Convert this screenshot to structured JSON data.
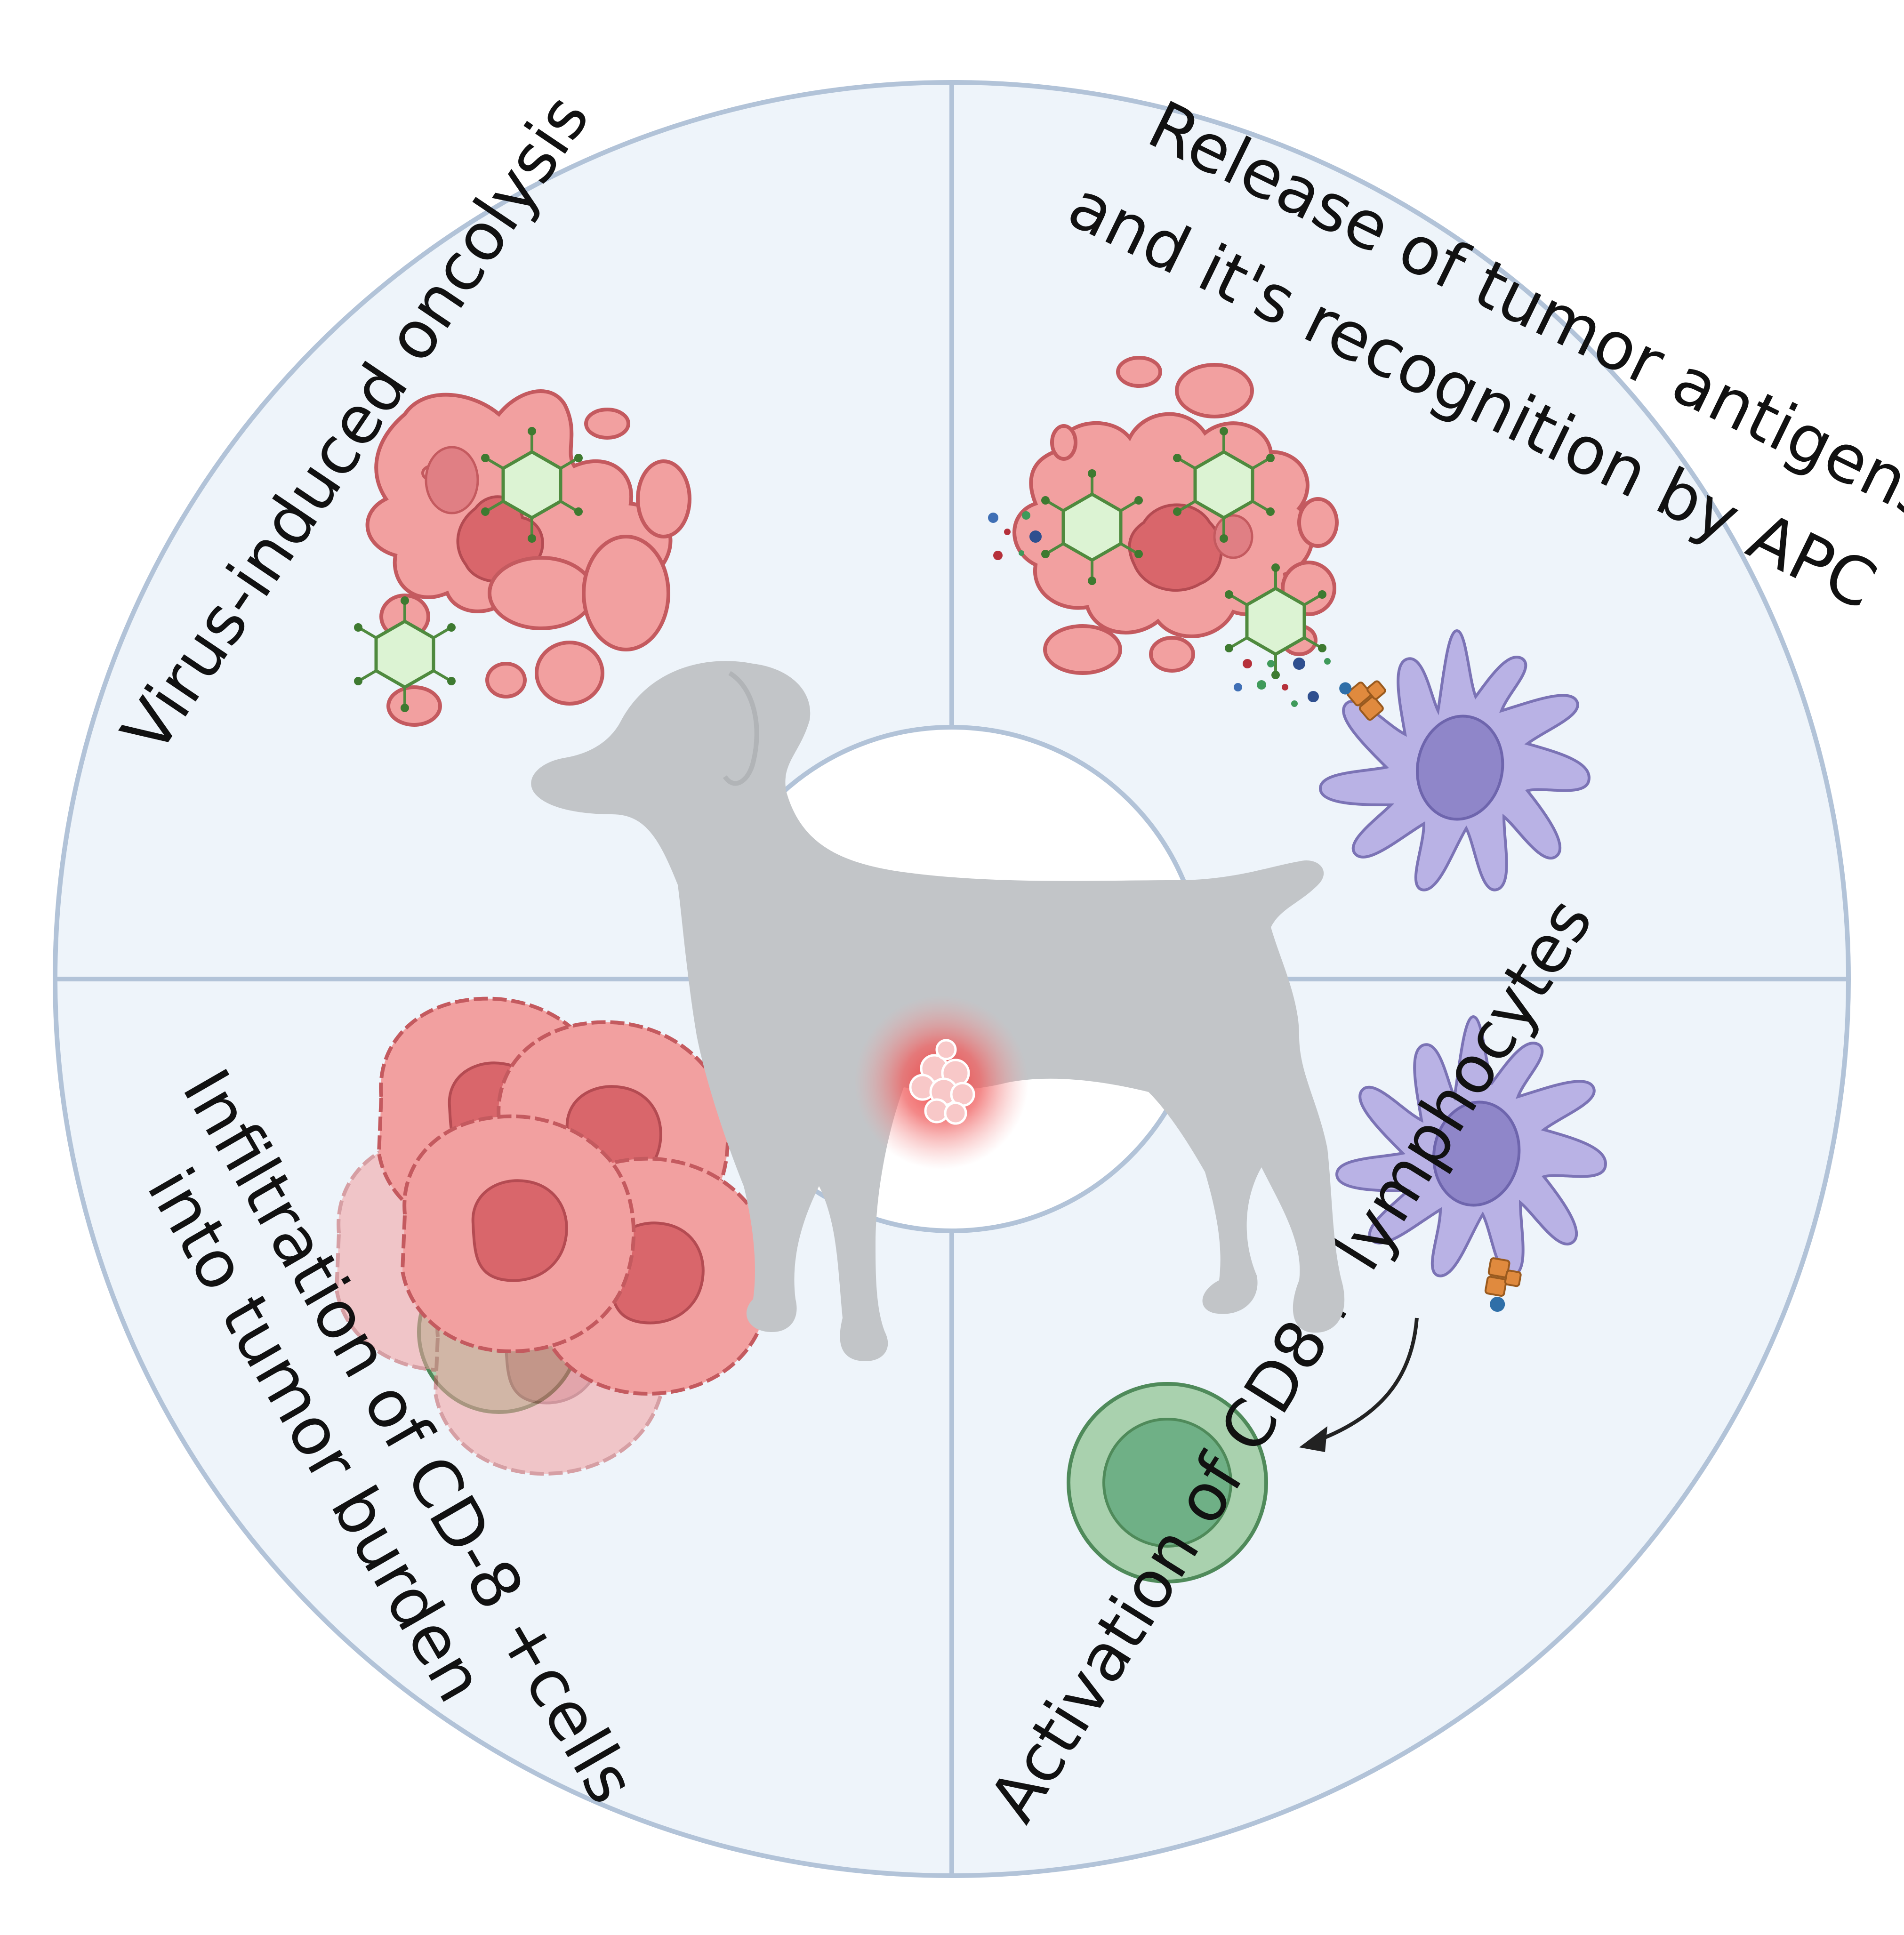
{
  "panels": {
    "top_left": {
      "label": "Virus-induced oncolysis"
    },
    "top_right": {
      "line1": "Release of tumor antigens",
      "line2": "and it's recognition by APC"
    },
    "bottom_right": {
      "label": "Activation of CD8+ lymphocytes"
    },
    "bottom_left": {
      "line1": "Infiltration of CD-8 +cells",
      "line2": "into tumor burden"
    }
  },
  "colors": {
    "background": "#ffffff",
    "quadrant_fill": "#eef4fa",
    "ring_stroke": "#b2c3d8",
    "tumor_cell": "#f2a0a0",
    "tumor_nucleus": "#d9666b",
    "virus": "#dcf3d3",
    "virus_stroke": "#4f8a3e",
    "apc_cell": "#b9b2e5",
    "apc_nucleus": "#8f86c9",
    "t_cell": "#a9d1ae",
    "t_cell_nucleus": "#6fb086",
    "dog": "#c2c5c8",
    "tumor_glow": "#ee3b3b",
    "receptor": "#e08a3e"
  },
  "icons": [
    "tumor-cell-icon",
    "virus-icon",
    "antigen-icon",
    "apc-dendritic-cell-icon",
    "t-cell-icon",
    "dog-silhouette-icon",
    "arrow-icon"
  ]
}
